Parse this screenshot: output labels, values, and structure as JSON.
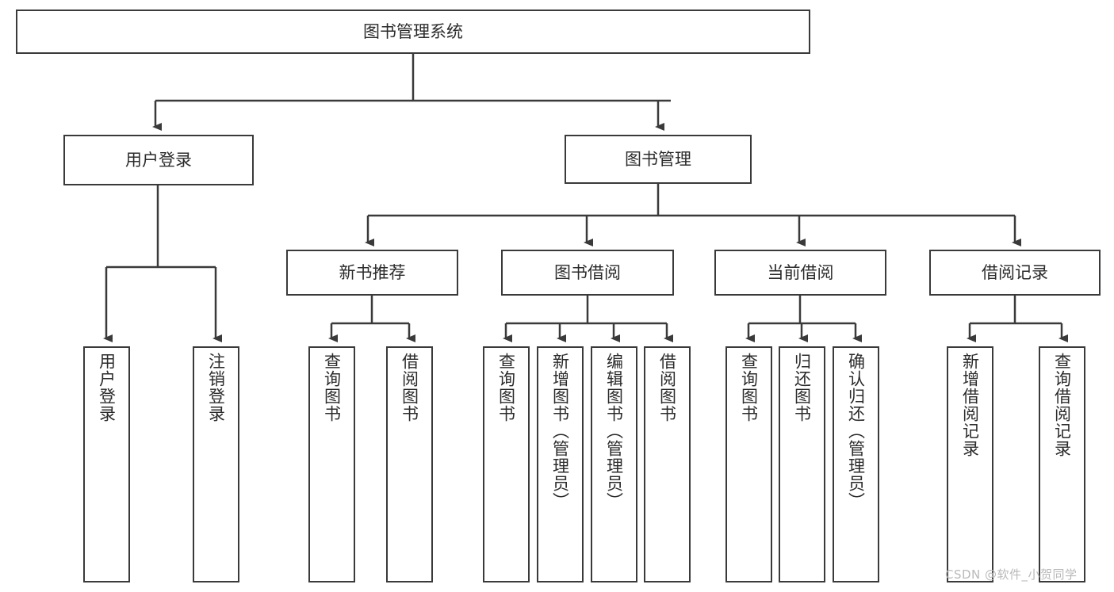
{
  "diagram": {
    "title_node": {
      "label": "图书管理系统"
    },
    "level2": [
      {
        "label": "用户登录"
      },
      {
        "label": "图书管理"
      }
    ],
    "level3": [
      {
        "label": "新书推荐"
      },
      {
        "label": "图书借阅"
      },
      {
        "label": "当前借阅"
      },
      {
        "label": "借阅记录"
      }
    ],
    "leaves": {
      "user_login": [
        {
          "label": "用户登录"
        },
        {
          "label": "注销登录"
        }
      ],
      "new_book_recommend": [
        {
          "label": "查询图书"
        },
        {
          "label": "借阅图书"
        }
      ],
      "book_borrow": [
        {
          "label": "查询图书"
        },
        {
          "label": "新增图书（管理员）"
        },
        {
          "label": "编辑图书（管理员）"
        },
        {
          "label": "借阅图书"
        }
      ],
      "current_borrow": [
        {
          "label": "查询图书"
        },
        {
          "label": "归还图书"
        },
        {
          "label": "确认归还（管理员）"
        }
      ],
      "borrow_record": [
        {
          "label": "新增借阅记录"
        },
        {
          "label": "查询借阅记录"
        }
      ]
    }
  },
  "watermark": {
    "text": "CSDN @软件_小贺同学"
  },
  "colors": {
    "stroke": "#3a3a3a",
    "fill": "#ffffff",
    "text": "#2b2b2b",
    "watermark": "#b9b9b9"
  }
}
